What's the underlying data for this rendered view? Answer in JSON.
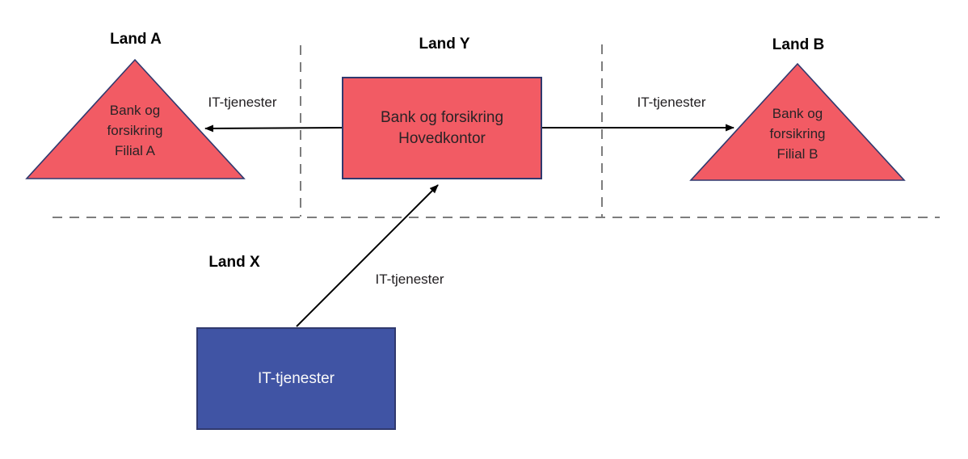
{
  "diagram": {
    "regions": {
      "land_a": "Land A",
      "land_y": "Land Y",
      "land_b": "Land B",
      "land_x": "Land X"
    },
    "nodes": {
      "filial_a": {
        "shape": "triangle",
        "line1": "Bank og",
        "line2": "forsikring",
        "line3": "Filial A"
      },
      "hovedkontor": {
        "shape": "rectangle",
        "line1": "Bank og forsikring",
        "line2": "Hovedkontor"
      },
      "filial_b": {
        "shape": "triangle",
        "line1": "Bank og",
        "line2": "forsikring",
        "line3": "Filial B"
      },
      "it_leverandor": {
        "shape": "rectangle",
        "label": "IT-tjenester"
      }
    },
    "edges": {
      "hovedkontor_to_filial_a": {
        "label": "IT-tjenester",
        "direction": "left"
      },
      "hovedkontor_to_filial_b": {
        "label": "IT-tjenester",
        "direction": "right"
      },
      "it_to_hovedkontor": {
        "label": "IT-tjenester",
        "direction": "up-right"
      }
    }
  },
  "colors": {
    "node_red": "#F25B64",
    "node_blue": "#4054A4",
    "shape_border": "#30396E",
    "dashed_line": "#7D7D7D",
    "arrow": "#000000"
  }
}
